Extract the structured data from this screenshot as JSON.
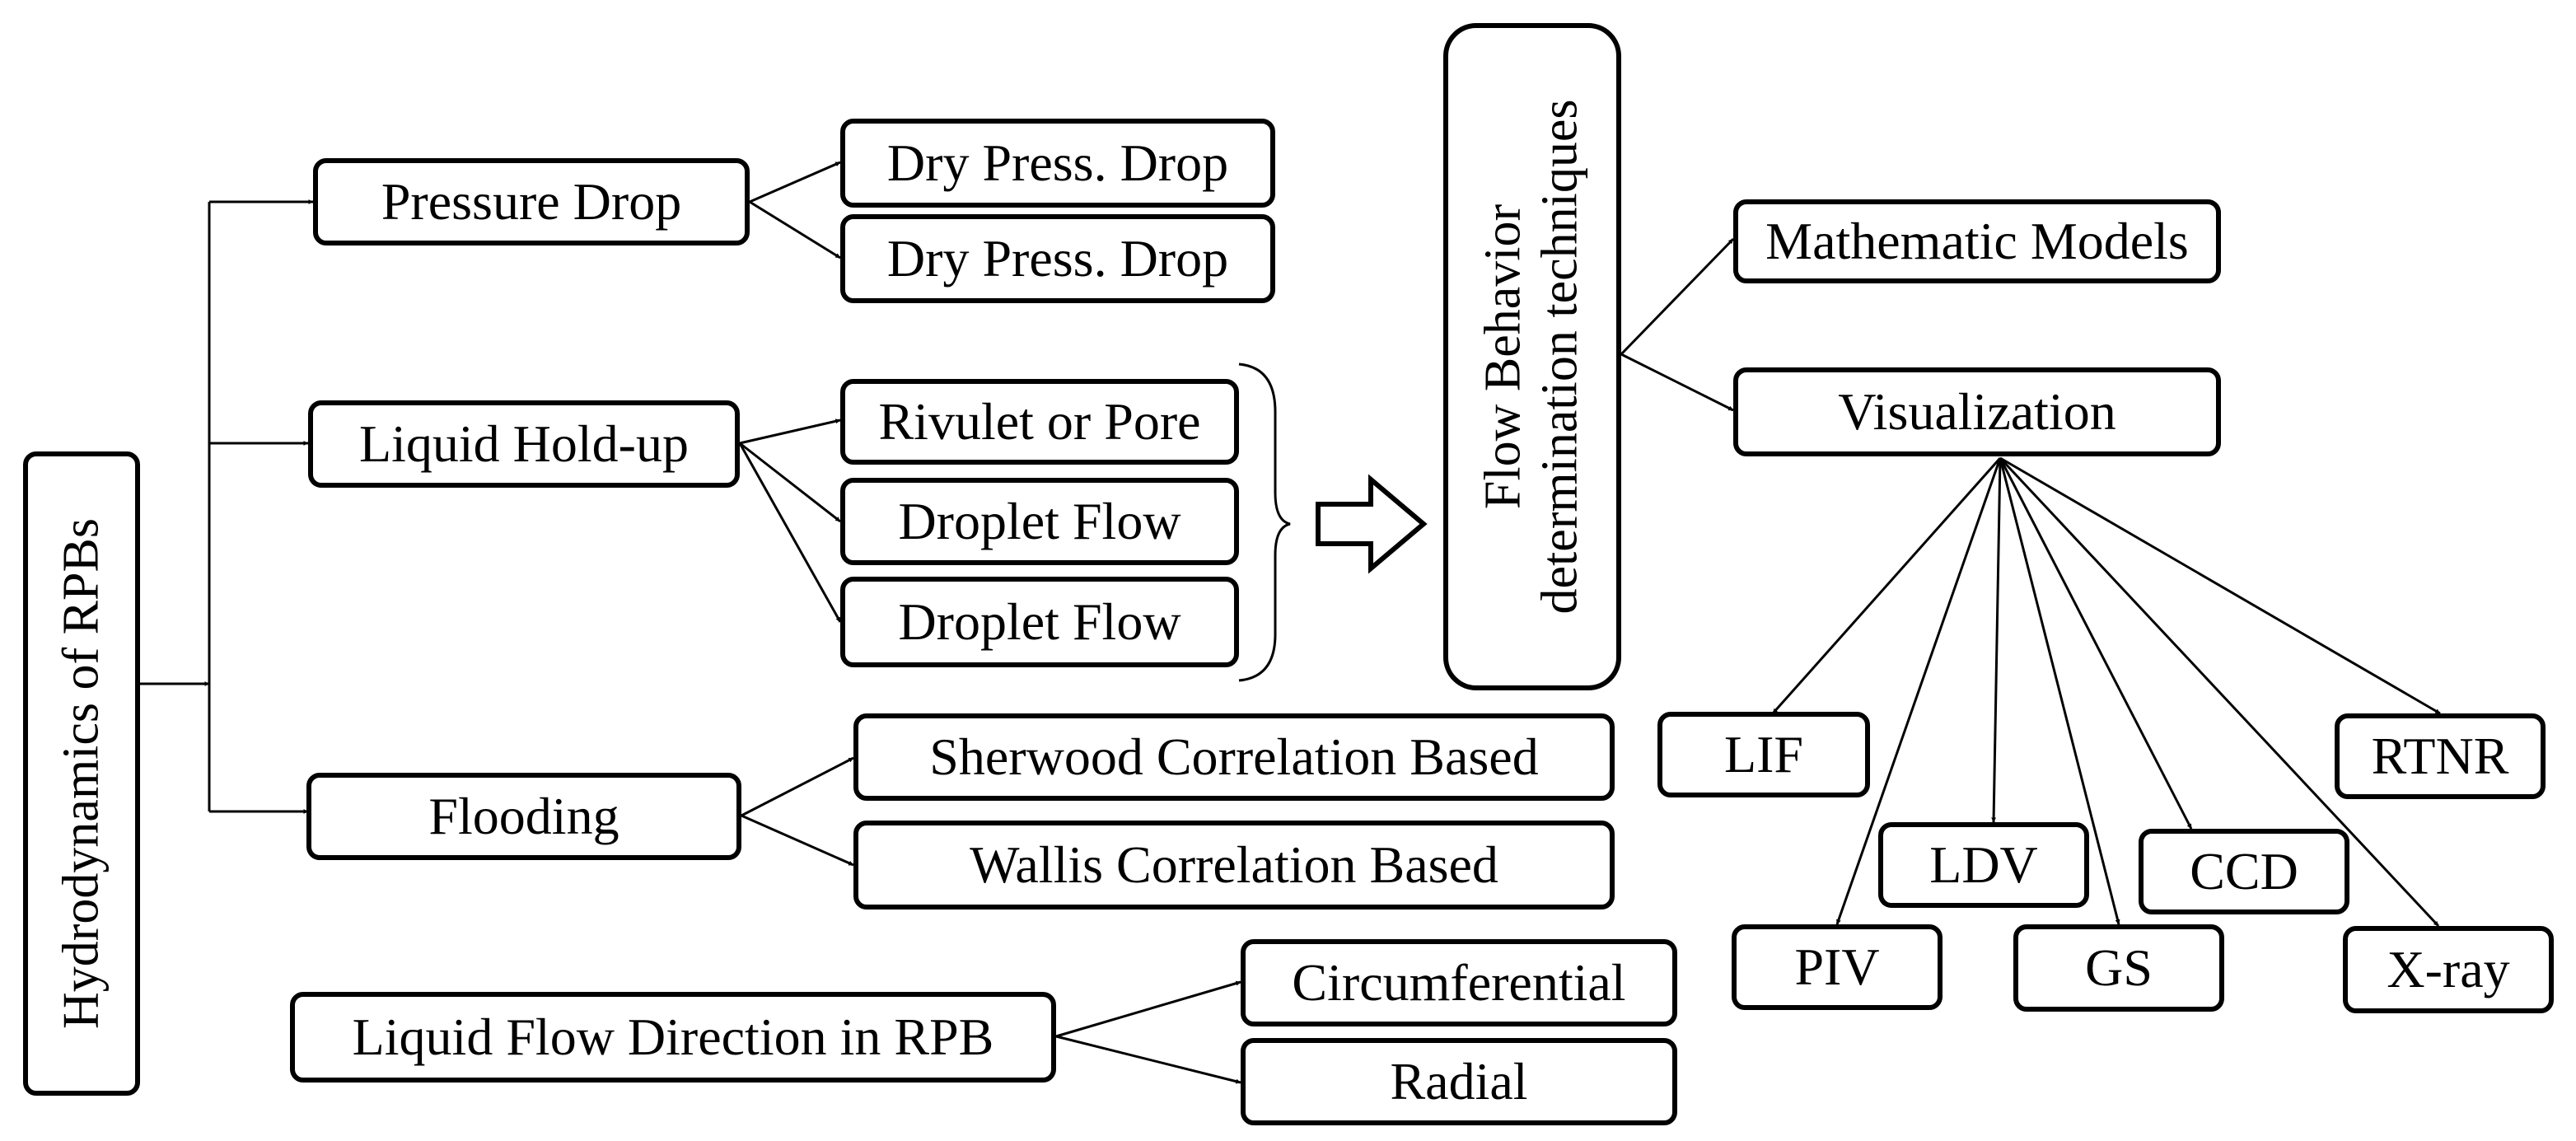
{
  "root": {
    "label": "Hydrodynamics of RPBs"
  },
  "pressure_drop": {
    "label": "Pressure Drop",
    "children": [
      "Dry Press. Drop",
      "Dry Press. Drop"
    ]
  },
  "liquid_holdup": {
    "label": "Liquid Hold-up",
    "children": [
      "Rivulet or Pore",
      "Droplet Flow",
      "Droplet Flow"
    ]
  },
  "flooding": {
    "label": "Flooding",
    "children": [
      "Sherwood Correlation Based",
      "Wallis Correlation Based"
    ]
  },
  "flow_direction": {
    "label": "Liquid Flow Direction in RPB",
    "children": [
      "Circumferential",
      "Radial"
    ]
  },
  "techniques": {
    "label_line1": "Flow Behavior",
    "label_line2": "determination techniques",
    "children": [
      "Mathematic Models",
      "Visualization"
    ]
  },
  "visualization_methods": [
    "LIF",
    "PIV",
    "LDV",
    "GS",
    "CCD",
    "X-ray",
    "RTNR"
  ],
  "colors": {
    "line": "#000000",
    "background": "#ffffff"
  }
}
